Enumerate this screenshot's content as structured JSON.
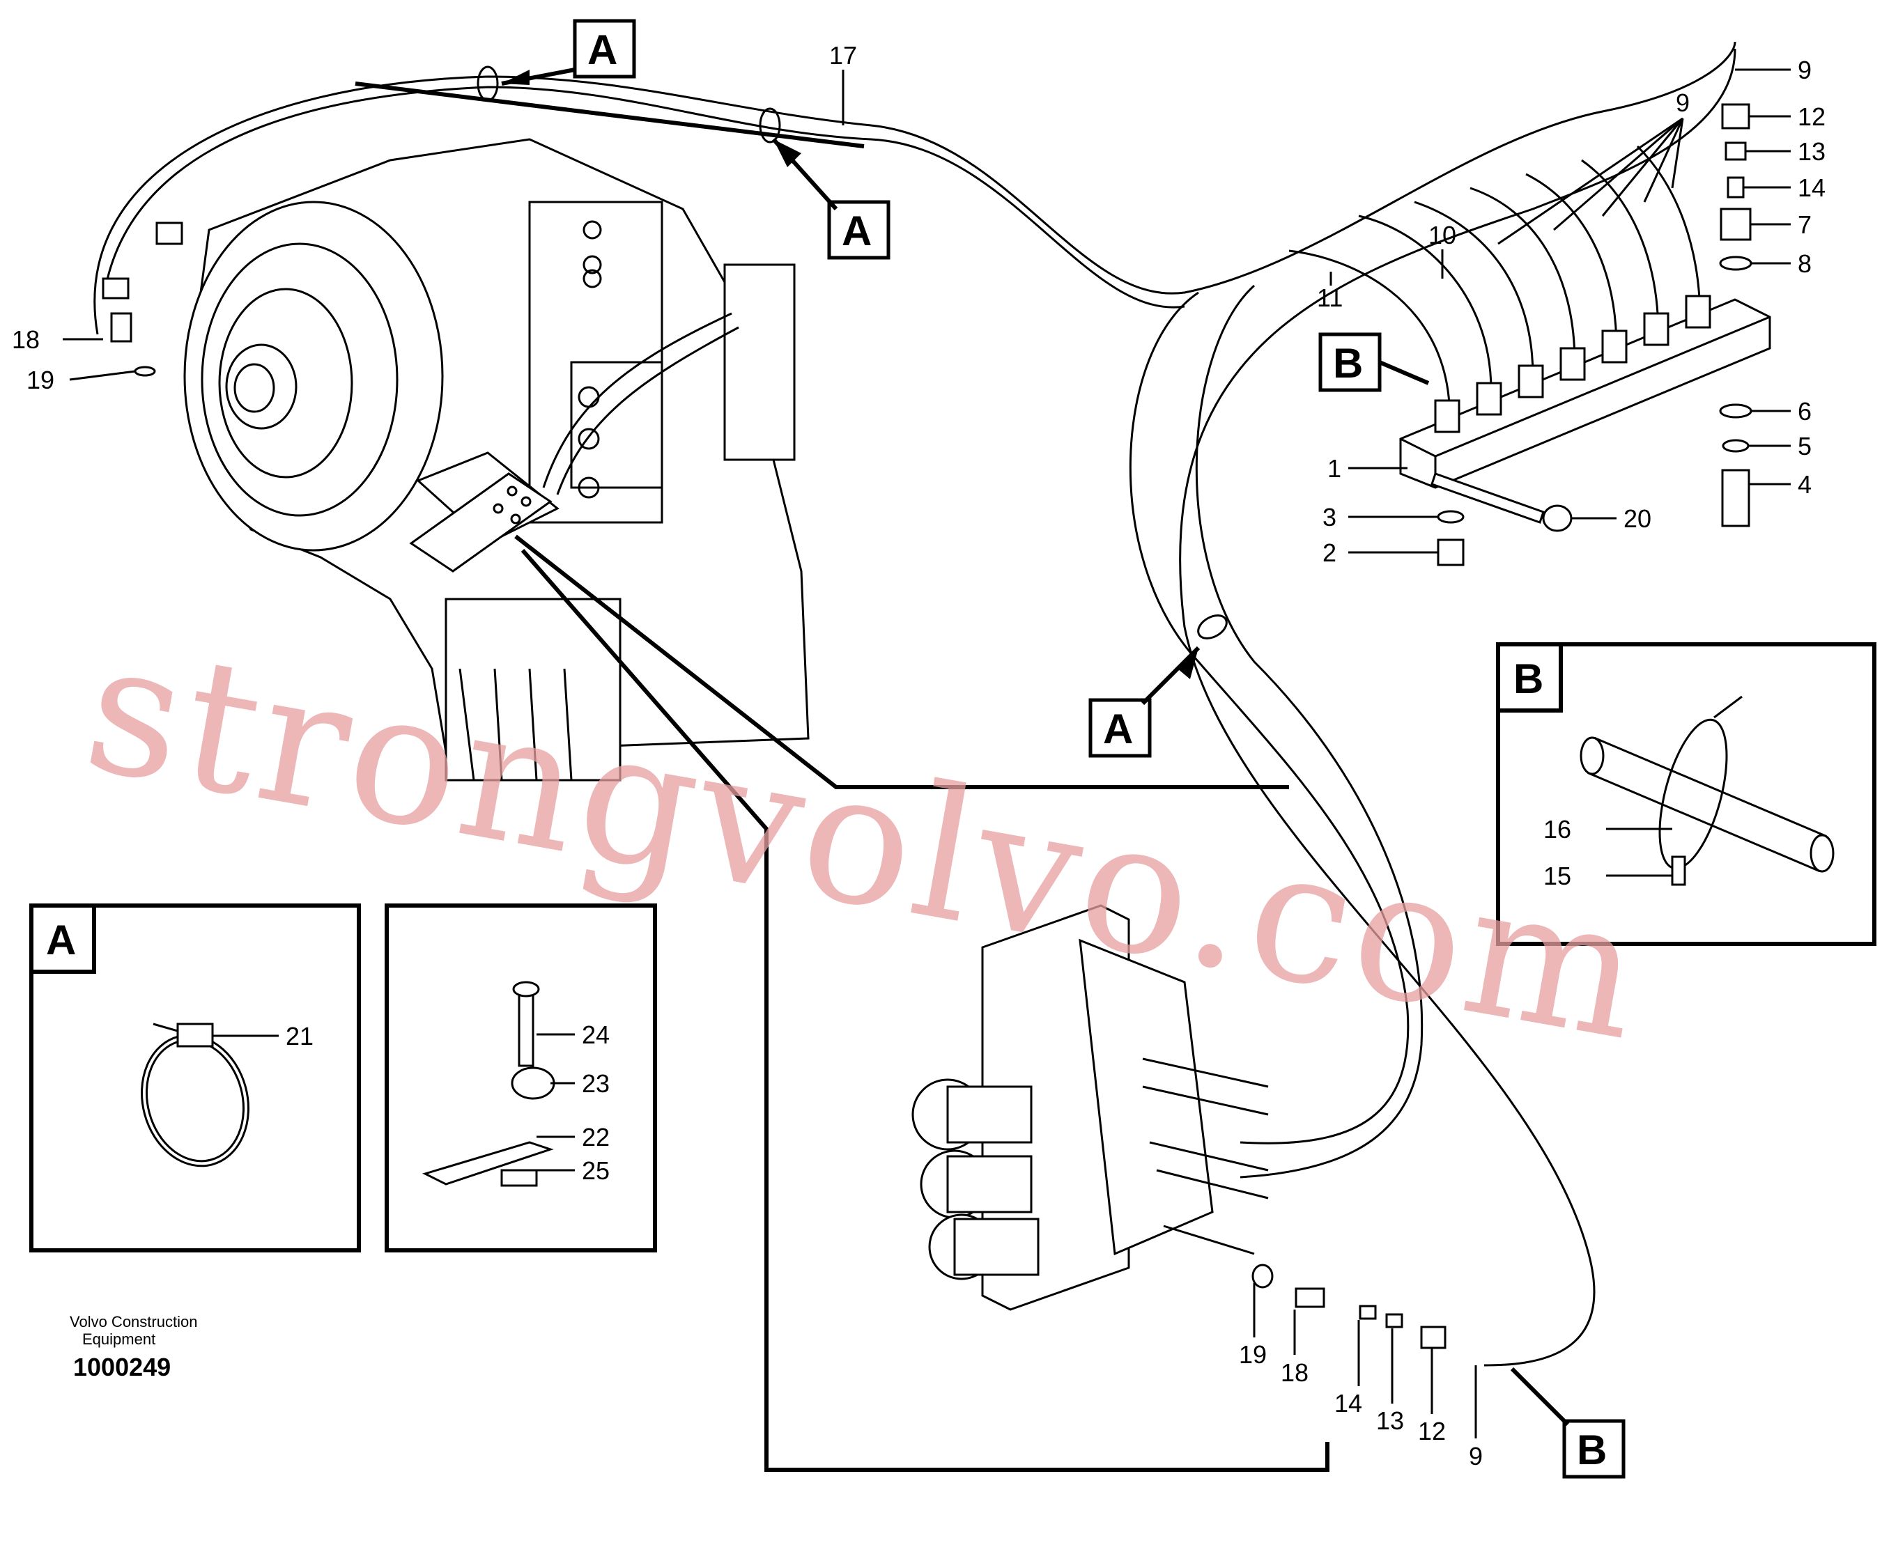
{
  "watermark": "strongvolvo.com",
  "footer": {
    "company_line1": "Volvo Construction",
    "company_line2": "Equipment",
    "drawing_number": "1000249"
  },
  "detail_boxes": {
    "A": "A",
    "B": "B",
    "A_detail_part": "21",
    "B_detail_parts": [
      "16",
      "15"
    ],
    "bracket_parts": [
      "24",
      "23",
      "22",
      "25"
    ]
  },
  "callouts": {
    "hose_top": "17",
    "hose_9_top": "9",
    "nut_12": "12",
    "insert_13": "13",
    "sleeve_14": "14",
    "nipple_7": "7",
    "oring_8": "8",
    "hose_group_9": "9",
    "hose_10": "10",
    "hose_11": "11",
    "oring_6": "6",
    "oring_5": "5",
    "nipple_4": "4",
    "block_1": "1",
    "oring_3": "3",
    "plug_2": "2",
    "screw_20": "20",
    "nipple_18_left": "18",
    "oring_19_left": "19",
    "oring_19_bottom": "19",
    "nipple_18_bottom": "18",
    "sleeve_14_bottom": "14",
    "insert_13_bottom": "13",
    "nut_12_bottom": "12",
    "hose_9_bottom": "9"
  },
  "section_markers": {
    "A_top1": "A",
    "A_top2": "A",
    "A_mid": "A",
    "B_block": "B",
    "B_bottom": "B"
  }
}
